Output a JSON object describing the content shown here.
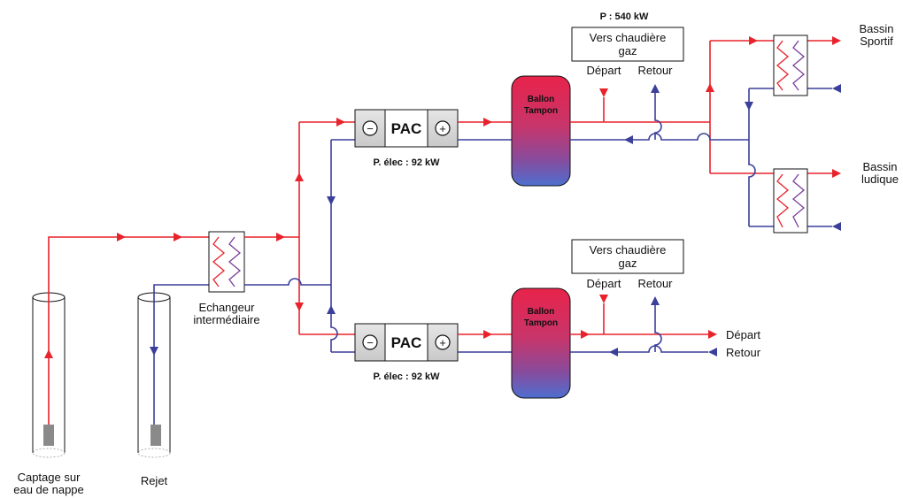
{
  "wells": {
    "captage_line1": "Captage sur",
    "captage_line2": "eau de nappe",
    "rejet": "Rejet"
  },
  "exchanger": {
    "line1": "Echangeur",
    "line2": "intermédiaire"
  },
  "pac_top": {
    "label": "PAC",
    "minus": "−",
    "plus": "+",
    "power": "P. élec : 92 kW"
  },
  "pac_bottom": {
    "label": "PAC",
    "minus": "−",
    "plus": "+",
    "power": "P. élec : 92 kW"
  },
  "tank_top": {
    "line1": "Ballon",
    "line2": "Tampon"
  },
  "tank_bottom": {
    "line1": "Ballon",
    "line2": "Tampon"
  },
  "boiler_top": {
    "power": "P : 540 kW",
    "line1": "Vers chaudière",
    "line2": "gaz",
    "depart": "Départ",
    "retour": "Retour"
  },
  "boiler_bottom": {
    "line1": "Vers chaudière",
    "line2": "gaz",
    "depart": "Départ",
    "retour": "Retour"
  },
  "pools": {
    "sportif_line1": "Bassin",
    "sportif_line2": "Sportif",
    "ludique_line1": "Bassin",
    "ludique_line2": "ludique"
  },
  "outlets": {
    "depart": "Départ",
    "retour": "Retour"
  },
  "colors": {
    "supply_red": "#e8232c",
    "return_blue": "#3a3f9a",
    "pac_grey": "#d6d6d6"
  }
}
